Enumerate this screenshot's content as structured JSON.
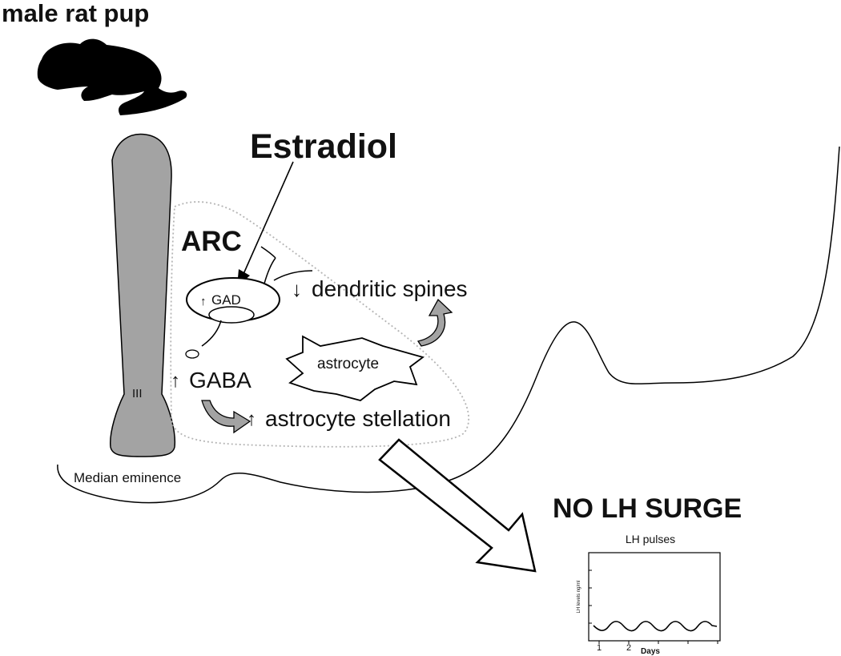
{
  "diagram": {
    "title": "male rat pup",
    "estradiol_label": "Estradiol",
    "arc_label": "ARC",
    "third_ventricle_label": "III",
    "median_eminence_label": "Median eminence",
    "gad": {
      "arrow": "↑",
      "label": "GAD"
    },
    "gaba": {
      "arrow": "↑",
      "label": "GABA"
    },
    "dendritic_spines": {
      "arrow": "↓",
      "label": "dendritic spines"
    },
    "astrocyte_label": "astrocyte",
    "astrocyte_stellation": {
      "arrow": "↑",
      "label": "astrocyte stellation"
    },
    "outcome_label": "NO LH SURGE",
    "colors": {
      "ventricle_fill": "#a3a3a3",
      "curl_arrow_fill": "#a3a3a3",
      "outline": "#000000",
      "arc_region_stroke": "#b5b5b5"
    }
  },
  "chart_data": {
    "type": "line",
    "title": "LH pulses",
    "xlabel": "Days",
    "ylabel": "LH levels ng/ml",
    "x_tick_labels": [
      "1",
      "2"
    ],
    "grid": false
  }
}
